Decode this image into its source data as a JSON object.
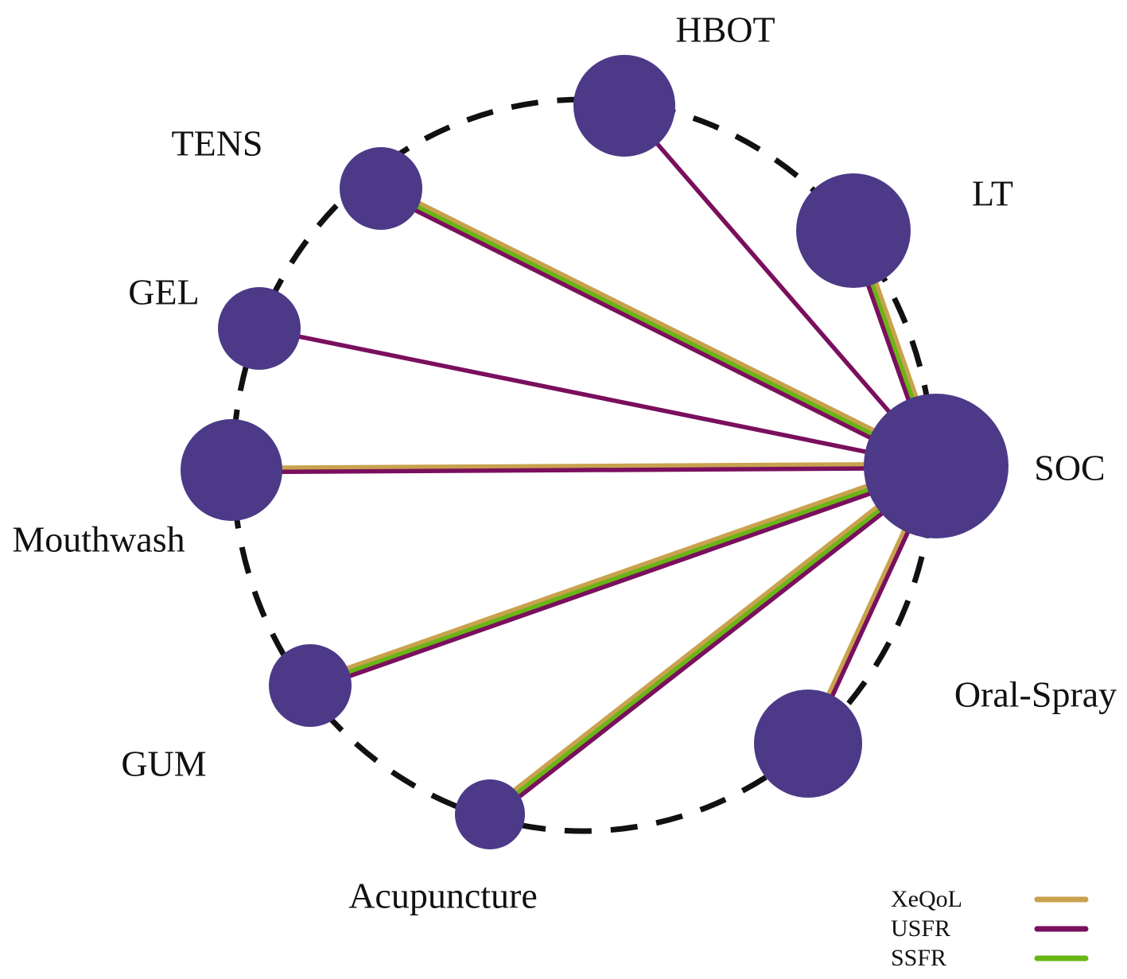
{
  "title": "",
  "colors": {
    "node": "#4c3a88",
    "ring": "#111111",
    "background": "#ffffff"
  },
  "legend": [
    {
      "label": "XeQoL",
      "color": "#c9a24e"
    },
    {
      "label": "USFR",
      "color": "#7a0f5e"
    },
    {
      "label": "SSFR",
      "color": "#6ab516"
    }
  ],
  "nodes": [
    {
      "id": "HBOT",
      "label": "HBOT"
    },
    {
      "id": "LT",
      "label": "LT"
    },
    {
      "id": "TENS",
      "label": "TENS"
    },
    {
      "id": "GEL",
      "label": "GEL"
    },
    {
      "id": "Mouthwash",
      "label": "Mouthwash"
    },
    {
      "id": "SOC",
      "label": "SOC"
    },
    {
      "id": "GUM",
      "label": "GUM"
    },
    {
      "id": "Acupuncture",
      "label": "Acupuncture"
    },
    {
      "id": "Oral-Spray",
      "label": "Oral-Spray"
    }
  ],
  "edges": [
    {
      "source": "HBOT",
      "target": "SOC",
      "outcomes": [
        "USFR"
      ]
    },
    {
      "source": "LT",
      "target": "SOC",
      "outcomes": [
        "XeQoL",
        "SSFR",
        "USFR"
      ]
    },
    {
      "source": "TENS",
      "target": "SOC",
      "outcomes": [
        "XeQoL",
        "SSFR",
        "USFR"
      ]
    },
    {
      "source": "GEL",
      "target": "SOC",
      "outcomes": [
        "USFR"
      ]
    },
    {
      "source": "Mouthwash",
      "target": "SOC",
      "outcomes": [
        "XeQoL",
        "USFR"
      ]
    },
    {
      "source": "GUM",
      "target": "SOC",
      "outcomes": [
        "XeQoL",
        "SSFR",
        "USFR"
      ]
    },
    {
      "source": "Acupuncture",
      "target": "SOC",
      "outcomes": [
        "XeQoL",
        "SSFR",
        "USFR"
      ]
    },
    {
      "source": "Oral-Spray",
      "target": "SOC",
      "outcomes": [
        "XeQoL",
        "USFR"
      ]
    }
  ]
}
